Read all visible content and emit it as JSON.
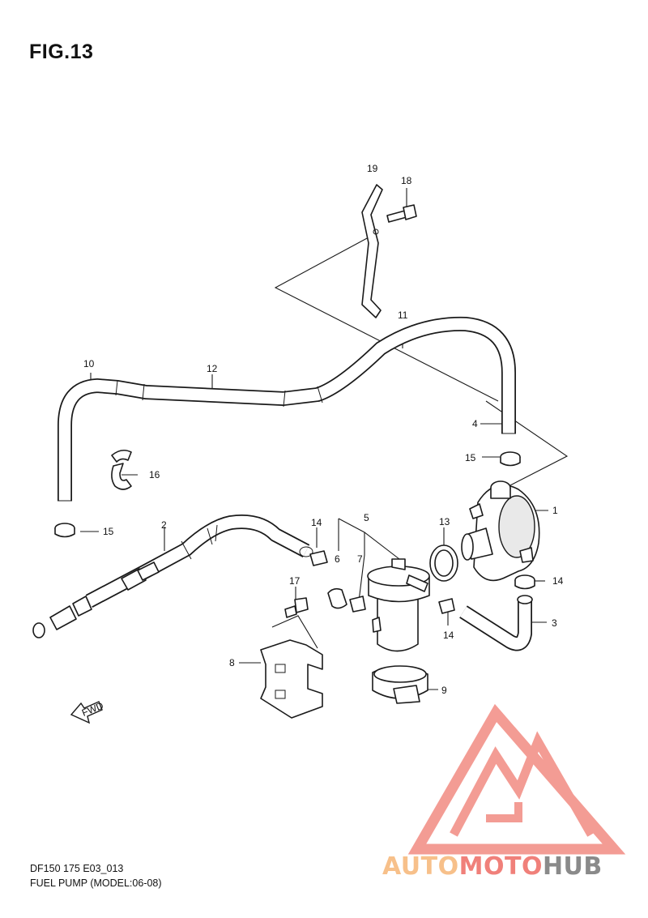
{
  "title": "FIG.13",
  "footer": {
    "line1": "DF150 175 E03_013",
    "line2": "FUEL PUMP (MODEL:06-08)"
  },
  "labels": {
    "n1": "1",
    "n2": "2",
    "n3": "3",
    "n4": "4",
    "n5": "5",
    "n6": "6",
    "n7": "7",
    "n8": "8",
    "n9": "9",
    "n10": "10",
    "n11": "11",
    "n12": "12",
    "n13": "13",
    "n14a": "14",
    "n14b": "14",
    "n14c": "14",
    "n15a": "15",
    "n15b": "15",
    "n16": "16",
    "n17": "17",
    "n18": "18",
    "n19": "19"
  },
  "fwd_text": "FWD",
  "watermark": {
    "part1": "AUTO",
    "part2": "MOTO",
    "part3": "HUB",
    "colors": {
      "auto": "#f7c08a",
      "moto": "#f0807a",
      "hub": "#8a8a8a",
      "triangle": "#f28b82"
    }
  }
}
